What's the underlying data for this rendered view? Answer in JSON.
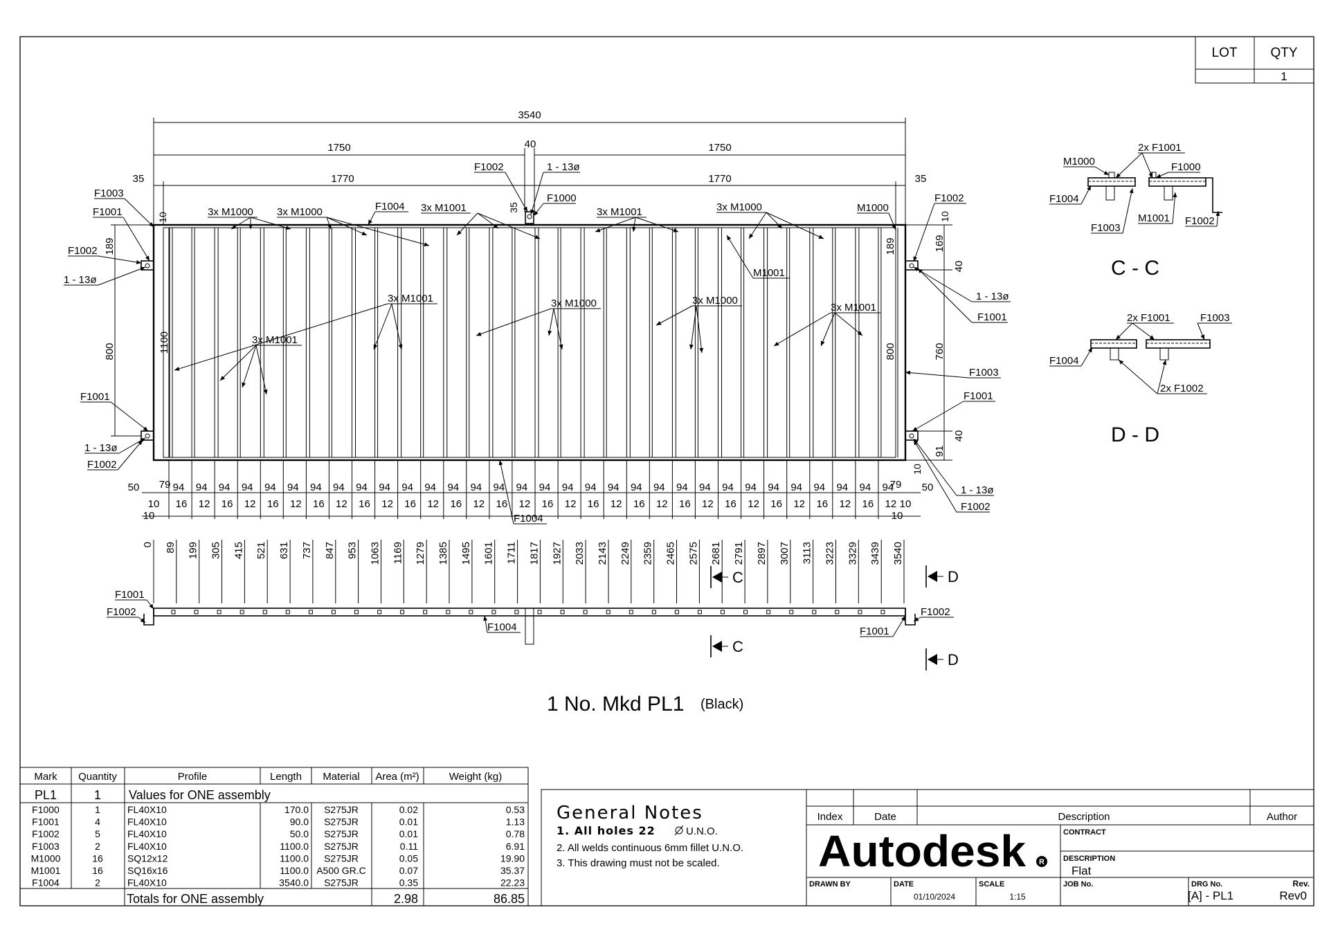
{
  "lot_qty": {
    "lot_header": "LOT",
    "qty_header": "QTY",
    "lot": "",
    "qty": "1"
  },
  "dimensions": {
    "overall": "3540",
    "half_left": "1750",
    "gap": "40",
    "half_right": "1750",
    "inner_left": "1770",
    "inner_right": "1770",
    "edge_left": "35",
    "edge_right": "35",
    "top_10": "10",
    "d189_left": "189",
    "d189_right": "189",
    "d800_left": "800",
    "d800_right": "800",
    "d1100": "1100",
    "d169": "169",
    "d40_top": "40",
    "d760": "760",
    "d40_bottom": "40",
    "d91": "91",
    "d10_right": "10",
    "d35_mid": "35",
    "d50_left": "50",
    "d50_right": "50",
    "d79_left": "79",
    "d79_right": "79",
    "d10": "10",
    "pitch": "94",
    "gaps_bottom": [
      "16",
      "12",
      "16",
      "12",
      "16",
      "12",
      "16",
      "12",
      "16",
      "12",
      "16",
      "12",
      "16",
      "12",
      "16",
      "12",
      "16",
      "12",
      "16",
      "12",
      "16",
      "12",
      "16",
      "12",
      "16",
      "12",
      "16",
      "12",
      "16",
      "12",
      "16",
      "12"
    ],
    "ordinates": [
      "0",
      "89",
      "199",
      "305",
      "415",
      "521",
      "631",
      "737",
      "847",
      "953",
      "1063",
      "1169",
      "1279",
      "1385",
      "1495",
      "1601",
      "1711",
      "1817",
      "1927",
      "2033",
      "2143",
      "2249",
      "2359",
      "2465",
      "2575",
      "2681",
      "2791",
      "2897",
      "3007",
      "3113",
      "3223",
      "3329",
      "3439",
      "3540"
    ]
  },
  "labels": {
    "f1000": "F1000",
    "f1001": "F1001",
    "f1002": "F1002",
    "f1003": "F1003",
    "f1004": "F1004",
    "m1000": "M1000",
    "m1001": "M1001",
    "x3_m1000": "3x M1000",
    "x3_m1001": "3x M1001",
    "x2_f1001": "2x F1001",
    "x2_f1002": "2x F1002",
    "hole": "1 - 13ø"
  },
  "sections": {
    "c_marker": "C",
    "d_marker": "D",
    "c_title": "C - C",
    "d_title": "D - D"
  },
  "caption": {
    "main": "1 No. Mkd PL1",
    "finish": "(Black)"
  },
  "bom": {
    "headers": [
      "Mark",
      "Quantity",
      "Profile",
      "Length",
      "Material",
      "Area (m²)",
      "Weight (kg)"
    ],
    "assembly": {
      "mark": "PL1",
      "qty": "1",
      "note": "Values for ONE assembly"
    },
    "rows": [
      [
        "F1000",
        "1",
        "FL40X10",
        "170.0",
        "S275JR",
        "0.02",
        "0.53"
      ],
      [
        "F1001",
        "4",
        "FL40X10",
        "90.0",
        "S275JR",
        "0.01",
        "1.13"
      ],
      [
        "F1002",
        "5",
        "FL40X10",
        "50.0",
        "S275JR",
        "0.01",
        "0.78"
      ],
      [
        "F1003",
        "2",
        "FL40X10",
        "1100.0",
        "S275JR",
        "0.11",
        "6.91"
      ],
      [
        "M1000",
        "16",
        "SQ12x12",
        "1100.0",
        "S275JR",
        "0.05",
        "19.90"
      ],
      [
        "M1001",
        "16",
        "SQ16x16",
        "1100.0",
        "A500 GR.C",
        "0.07",
        "35.37"
      ],
      [
        "F1004",
        "2",
        "FL40X10",
        "3540.0",
        "S275JR",
        "0.35",
        "22.23"
      ]
    ],
    "totals": {
      "label": "Totals for ONE assembly",
      "area": "2.98",
      "weight": "86.85"
    }
  },
  "notes": {
    "title": "General Notes",
    "line1_prefix": "1.  All holes 22",
    "line1_suffix": "U.N.O.",
    "line2": "2.  All welds continuous 6mm fillet U.N.O.",
    "line3": "3.  This drawing must not be scaled."
  },
  "title_block": {
    "index": "Index",
    "date": "Date",
    "description": "Description",
    "author": "Author",
    "logo": "Autodesk",
    "contract_label": "CONTRACT",
    "description_label": "DESCRIPTION",
    "description_value": "Flat",
    "drawn_by_label": "DRAWN BY",
    "date_label": "DATE",
    "date_value": "01/10/2024",
    "scale_label": "SCALE",
    "scale_value": "1:15",
    "job_label": "JOB No.",
    "drg_label": "DRG No.",
    "drg_value": "[A] - PL1",
    "rev_label": "Rev.",
    "rev_value": "Rev0"
  }
}
